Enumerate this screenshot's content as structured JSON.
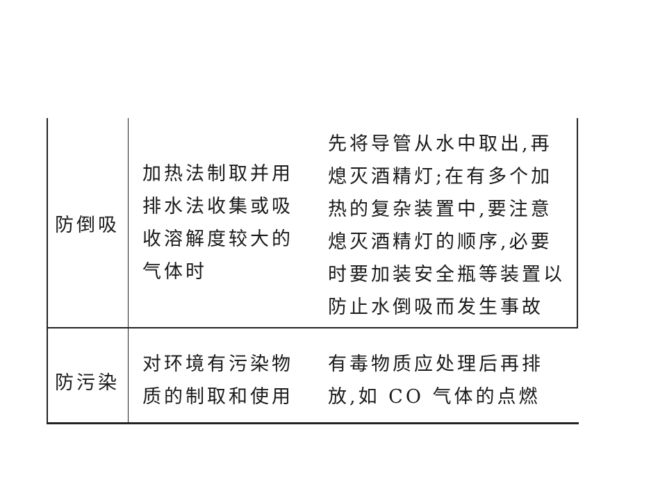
{
  "table": {
    "rows": [
      {
        "header": "防倒吸",
        "condition": [
          "加热法制取并用",
          "排水法收集或吸",
          "收溶解度较大的",
          "气体时"
        ],
        "measure": [
          "先将导管从水中取出,再",
          "熄灭酒精灯;在有多个加",
          "热的复杂装置中,要注意",
          "熄灭酒精灯的顺序,必要",
          "时要加装安全瓶等装置以",
          "防止水倒吸而发生事故"
        ]
      },
      {
        "header": "防污染",
        "condition": [
          "对环境有污染物",
          "质的制取和使用"
        ],
        "measure": [
          "有毒物质应处理后再排",
          "放,如 CO 气体的点燃"
        ]
      }
    ]
  }
}
